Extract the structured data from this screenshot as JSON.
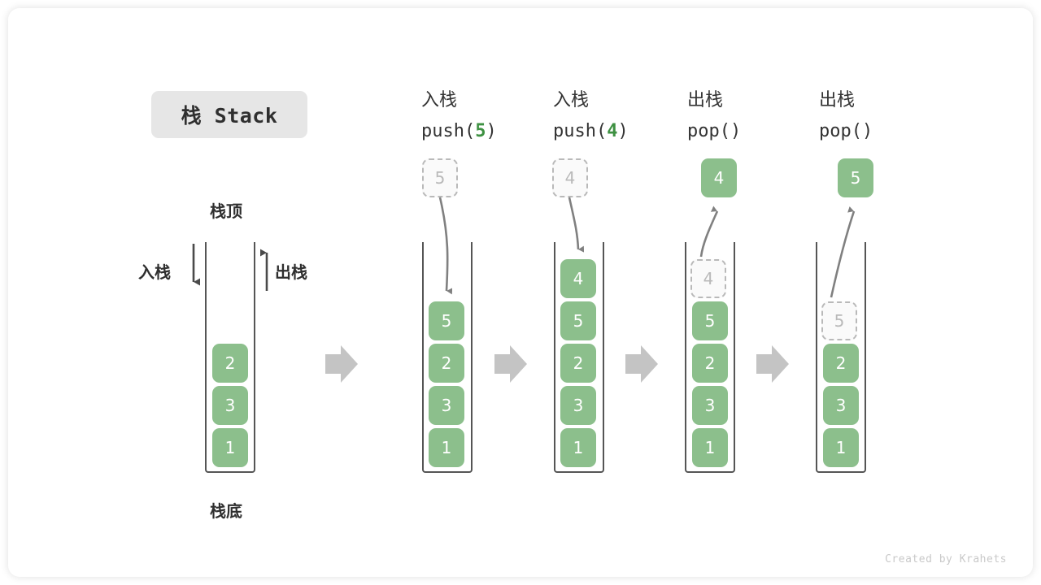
{
  "title_chip": {
    "label": "栈 Stack"
  },
  "credit": {
    "text": "Created by Krahets"
  },
  "left_diagram": {
    "top_label": "栈顶",
    "bottom_label": "栈底",
    "push_label": "入栈",
    "pop_label": "出栈",
    "cells": [
      "2",
      "3",
      "1"
    ]
  },
  "colors": {
    "cell_green": "#8cbf8c",
    "code_green": "#3e9142",
    "chip_gray": "#e6e6e6",
    "arrow_gray": "#c4c4c4",
    "stroke_gray": "#555555",
    "ghost_gray": "#b9b9b9"
  },
  "steps": [
    {
      "op_cjk": "入栈",
      "op_code_prefix": "push(",
      "op_code_num": "5",
      "op_code_suffix": ")",
      "incoming": {
        "value": "5",
        "style": "ghost"
      },
      "cells": [
        {
          "value": "5",
          "style": "solid"
        },
        {
          "value": "2",
          "style": "solid"
        },
        {
          "value": "3",
          "style": "solid"
        },
        {
          "value": "1",
          "style": "solid"
        }
      ]
    },
    {
      "op_cjk": "入栈",
      "op_code_prefix": "push(",
      "op_code_num": "4",
      "op_code_suffix": ")",
      "incoming": {
        "value": "4",
        "style": "ghost"
      },
      "cells": [
        {
          "value": "4",
          "style": "solid"
        },
        {
          "value": "5",
          "style": "solid"
        },
        {
          "value": "2",
          "style": "solid"
        },
        {
          "value": "3",
          "style": "solid"
        },
        {
          "value": "1",
          "style": "solid"
        }
      ]
    },
    {
      "op_cjk": "出栈",
      "op_code_prefix": "pop(",
      "op_code_num": "",
      "op_code_suffix": ")",
      "outgoing": {
        "value": "4",
        "style": "solid"
      },
      "cells": [
        {
          "value": "4",
          "style": "ghost"
        },
        {
          "value": "5",
          "style": "solid"
        },
        {
          "value": "2",
          "style": "solid"
        },
        {
          "value": "3",
          "style": "solid"
        },
        {
          "value": "1",
          "style": "solid"
        }
      ]
    },
    {
      "op_cjk": "出栈",
      "op_code_prefix": "pop(",
      "op_code_num": "",
      "op_code_suffix": ")",
      "outgoing": {
        "value": "5",
        "style": "solid"
      },
      "cells": [
        {
          "value": "5",
          "style": "ghost"
        },
        {
          "value": "2",
          "style": "solid"
        },
        {
          "value": "3",
          "style": "solid"
        },
        {
          "value": "1",
          "style": "solid"
        }
      ]
    }
  ]
}
